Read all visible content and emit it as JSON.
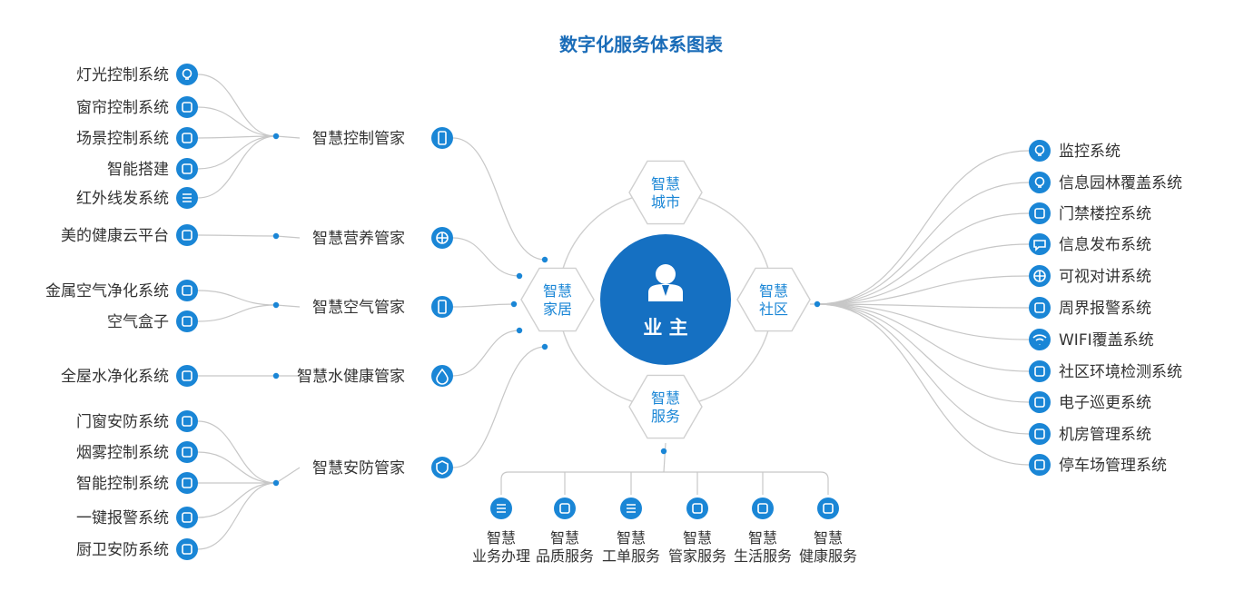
{
  "title": "数字化服务体系图表",
  "center": {
    "label": "业 主"
  },
  "hubs": {
    "city": {
      "line1": "智慧",
      "line2": "城市"
    },
    "home": {
      "line1": "智慧",
      "line2": "家居"
    },
    "community": {
      "line1": "智慧",
      "line2": "社区"
    },
    "service": {
      "line1": "智慧",
      "line2": "服务"
    }
  },
  "managers": [
    {
      "label": "智慧控制管家",
      "icon": "phone-icon"
    },
    {
      "label": "智慧营养管家",
      "icon": "hexagon-cluster-icon"
    },
    {
      "label": "智慧空气管家",
      "icon": "air-device-icon"
    },
    {
      "label": "智慧水健康管家",
      "icon": "water-drop-icon"
    },
    {
      "label": "智慧安防管家",
      "icon": "shield-icon"
    }
  ],
  "left_systems": [
    {
      "label": "灯光控制系统",
      "icon": "bulb-icon"
    },
    {
      "label": "窗帘控制系统",
      "icon": "curtain-icon"
    },
    {
      "label": "场景控制系统",
      "icon": "scene-panel-icon"
    },
    {
      "label": "智能搭建",
      "icon": "cloud-icon"
    },
    {
      "label": "红外线发系统",
      "icon": "infrared-icon"
    },
    {
      "label": "美的健康云平台",
      "icon": "cloud-platform-icon"
    },
    {
      "label": "金属空气净化系统",
      "icon": "air-purifier-icon"
    },
    {
      "label": "空气盒子",
      "icon": "air-box-icon"
    },
    {
      "label": "全屋水净化系统",
      "icon": "water-purifier-icon"
    },
    {
      "label": "门窗安防系统",
      "icon": "door-icon"
    },
    {
      "label": "烟雾控制系统",
      "icon": "smoke-detector-icon"
    },
    {
      "label": "智能控制系统",
      "icon": "control-box-icon"
    },
    {
      "label": "一键报警系统",
      "icon": "alarm-icon"
    },
    {
      "label": "厨卫安防系统",
      "icon": "shower-icon"
    }
  ],
  "right_systems": [
    {
      "label": "监控系统",
      "icon": "camera-icon"
    },
    {
      "label": "信息园林覆盖系统",
      "icon": "location-icon"
    },
    {
      "label": "门禁楼控系统",
      "icon": "door-access-icon"
    },
    {
      "label": "信息发布系统",
      "icon": "chat-icon"
    },
    {
      "label": "可视对讲系统",
      "icon": "globe-icon"
    },
    {
      "label": "周界报警系统",
      "icon": "alarm-icon"
    },
    {
      "label": "WIFI覆盖系统",
      "icon": "wifi-icon"
    },
    {
      "label": "社区环境检测系统",
      "icon": "environment-icon"
    },
    {
      "label": "电子巡更系统",
      "icon": "chip-icon"
    },
    {
      "label": "机房管理系统",
      "icon": "server-icon"
    },
    {
      "label": "停车场管理系统",
      "icon": "parking-icon"
    }
  ],
  "services": [
    {
      "line1": "智慧",
      "line2": "业务办理",
      "icon": "document-icon"
    },
    {
      "line1": "智慧",
      "line2": "品质服务",
      "icon": "diamond-icon"
    },
    {
      "line1": "智慧",
      "line2": "工单服务",
      "icon": "list-icon"
    },
    {
      "line1": "智慧",
      "line2": "管家服务",
      "icon": "person-icon"
    },
    {
      "line1": "智慧",
      "line2": "生活服务",
      "icon": "bolt-icon"
    },
    {
      "line1": "智慧",
      "line2": "健康服务",
      "icon": "heartbeat-icon"
    }
  ],
  "colors": {
    "accent": "#1a86d6",
    "center": "#1570c2",
    "text": "#333333",
    "line": "#c7c7c7",
    "title": "#1a6cb8"
  }
}
